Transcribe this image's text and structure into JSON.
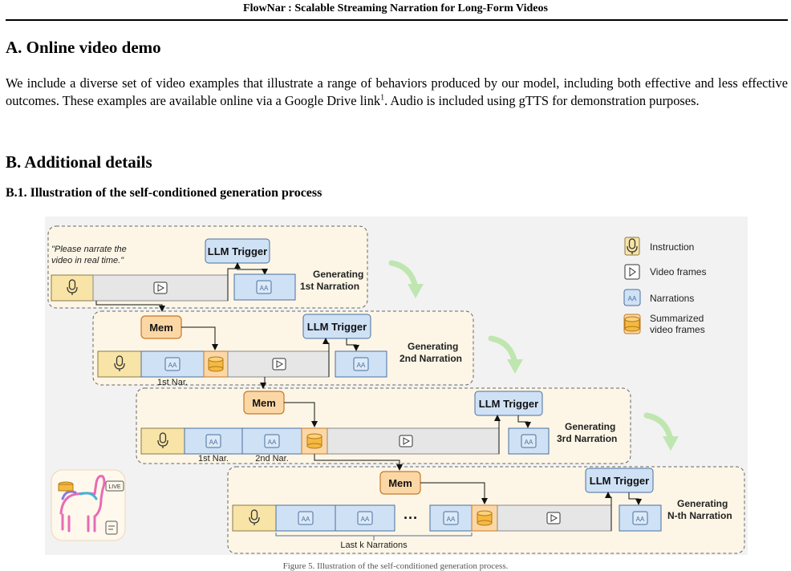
{
  "header": {
    "running_title": "FlowNar : Scalable Streaming Narration for Long-Form Videos"
  },
  "section_a": {
    "heading": "A. Online video demo",
    "paragraph": "We include a diverse set of video examples that illustrate a range of behaviors produced by our model, including both effective and less effective outcomes. These examples are available online via a Google Drive link",
    "footnote_mark": "1",
    "paragraph_end": ". Audio is included using gTTS for demonstration purposes."
  },
  "section_b": {
    "heading": "B. Additional details",
    "subheading": "B.1. Illustration of the self-conditioned generation process"
  },
  "figure": {
    "prompt_line1": "\"Please narrate the",
    "prompt_line2": "video in real time.\"",
    "llm_trigger": "LLM Trigger",
    "mem": "Mem",
    "generating": "Generating",
    "narr_1": "1st Narration",
    "narr_2": "2nd Narration",
    "narr_3": "3rd Narration",
    "narr_n": "N-th Narration",
    "nar_1": "1st Nar.",
    "nar_2": "2nd Nar.",
    "last_k": "Last k Narrations",
    "ellipsis": "···",
    "aa": "AA",
    "live": "LIVE",
    "legend": {
      "instruction": "Instruction",
      "video_frames": "Video frames",
      "narrations": "Narrations",
      "summarized_1": "Summarized",
      "summarized_2": "video frames"
    }
  },
  "caption": "Figure 5. Illustration of the self-conditioned generation process."
}
